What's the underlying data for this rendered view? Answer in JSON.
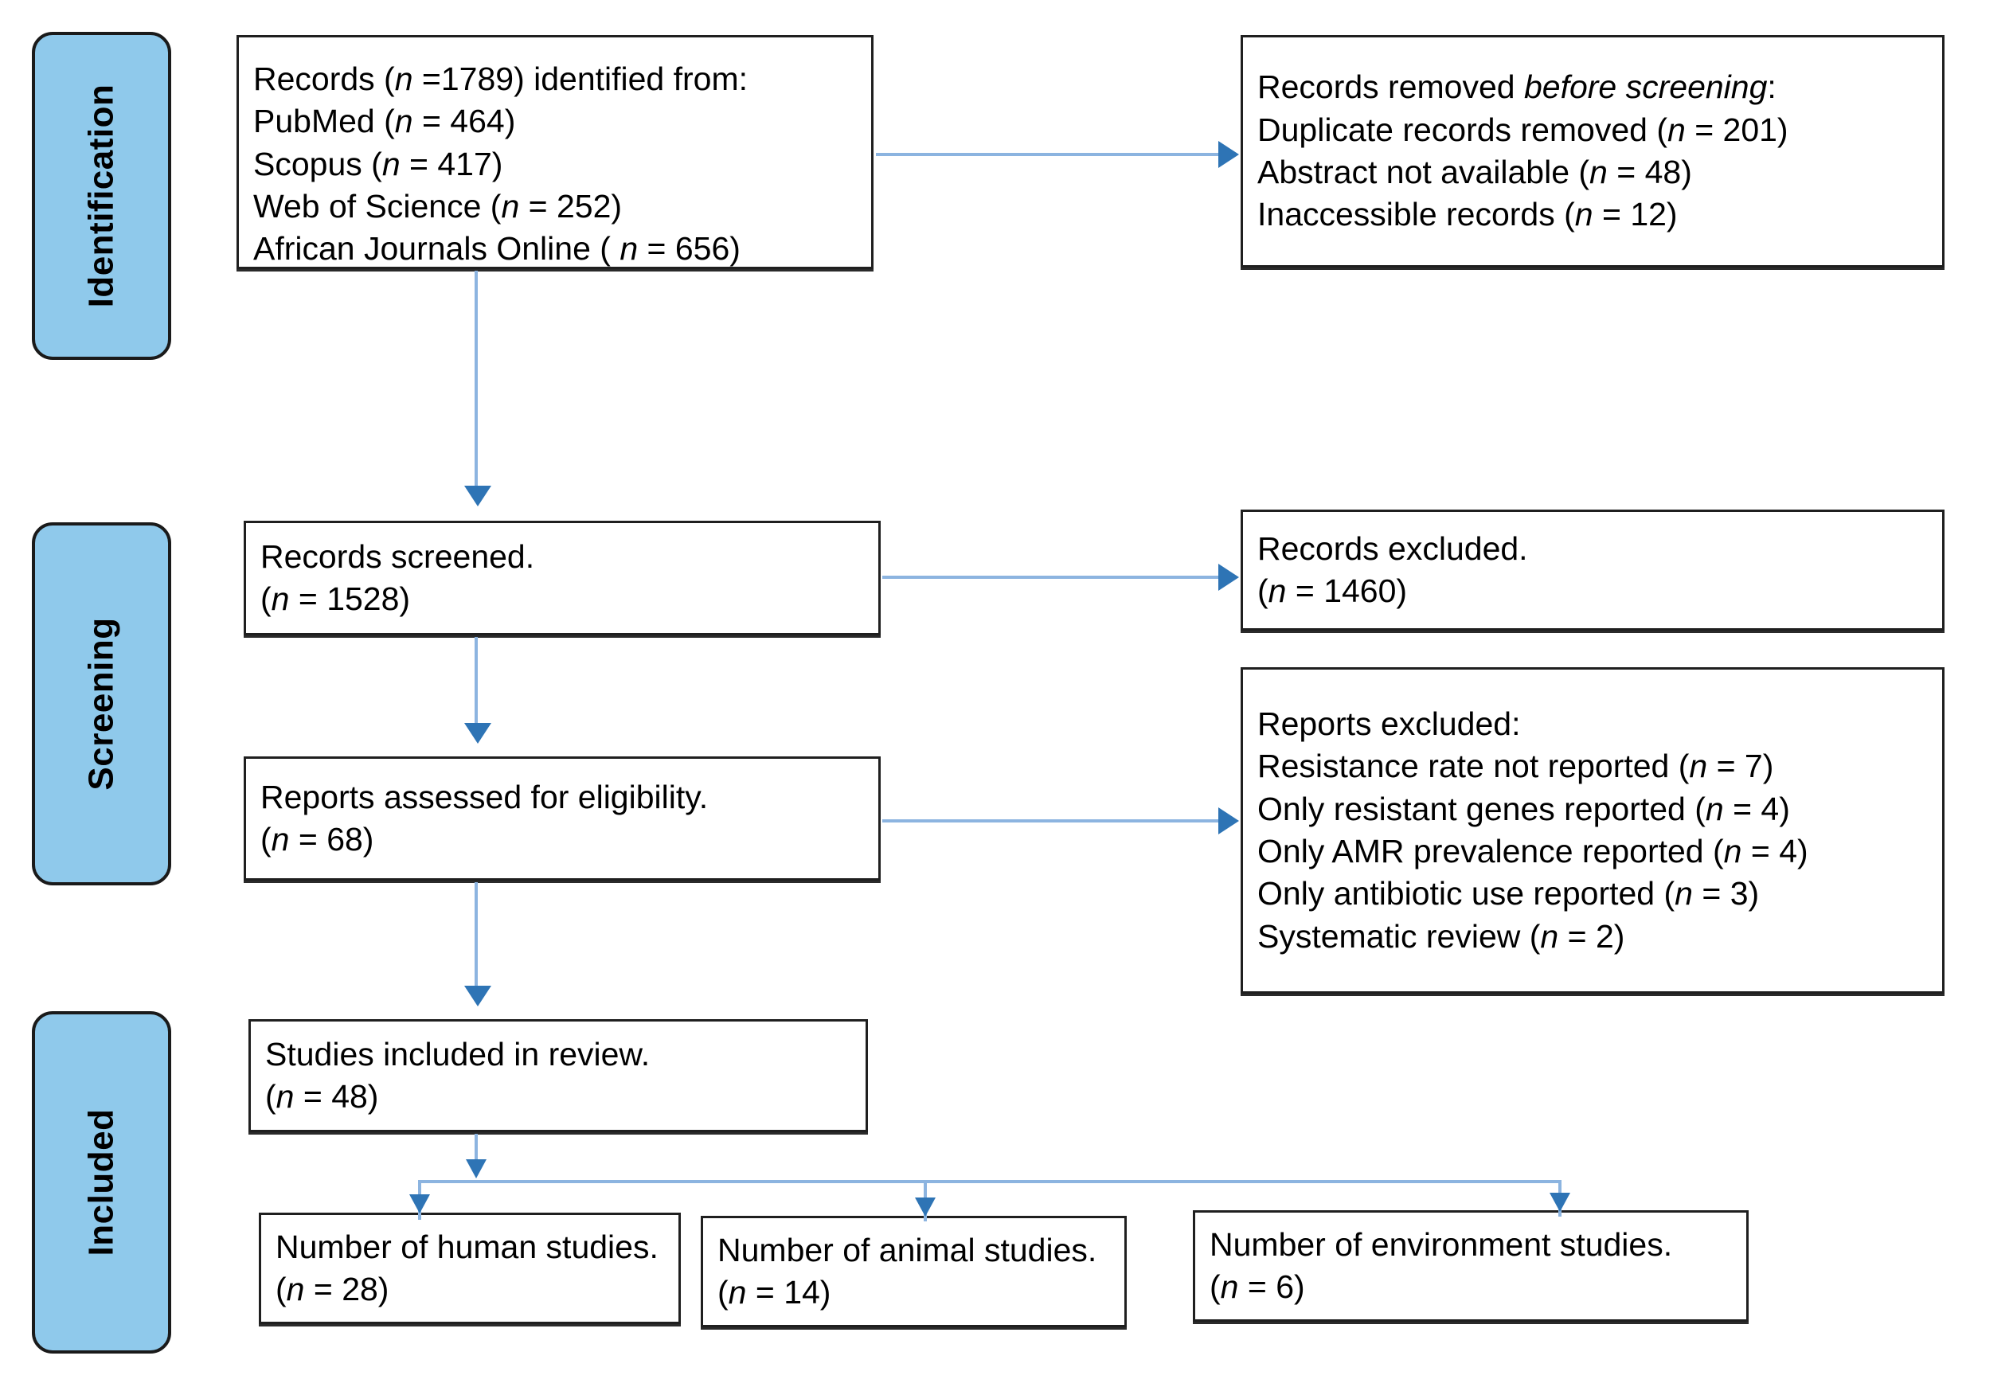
{
  "diagram": {
    "title": "PRISMA flow diagram",
    "colors": {
      "stage_fill": "#8FC9EB",
      "stage_border": "#1a1a1a",
      "box_border": "#1f1f1f",
      "connector_line": "#8CB4E0",
      "arrow_head": "#2E74B5",
      "background": "#ffffff",
      "text": "#000000"
    },
    "stages": [
      {
        "id": "identification",
        "label": "Identification"
      },
      {
        "id": "screening",
        "label": "Screening"
      },
      {
        "id": "included",
        "label": "Included"
      }
    ],
    "boxes": {
      "records_identified": {
        "id": "records-identified",
        "lines": [
          {
            "pre": "Records (",
            "em": "n",
            "post": " =1789) identified from:"
          },
          {
            "pre": "PubMed (",
            "em": "n",
            "post": " = 464)"
          },
          {
            "pre": "Scopus (",
            "em": "n",
            "post": " = 417)"
          },
          {
            "pre": "Web of Science (",
            "em": "n",
            "post": " = 252)"
          },
          {
            "pre": " African Journals Online ( ",
            "em": "n",
            "post": " = 656)"
          }
        ]
      },
      "records_removed": {
        "id": "records-removed-before-screening",
        "lines": [
          {
            "pre": "Records removed ",
            "em": "before screening",
            "post": ":",
            "em_italic": true
          },
          {
            "pre": "Duplicate records removed (",
            "em": "n",
            "post": " = 201)"
          },
          {
            "pre": "Abstract not available (",
            "em": "n",
            "post": " = 48)"
          },
          {
            "pre": "Inaccessible records (",
            "em": "n",
            "post": " = 12)"
          }
        ]
      },
      "records_screened": {
        "id": "records-screened",
        "lines": [
          {
            "pre": "Records screened.",
            "em": "",
            "post": ""
          },
          {
            "pre": "(",
            "em": "n",
            "post": " = 1528)"
          }
        ]
      },
      "records_excluded": {
        "id": "records-excluded",
        "lines": [
          {
            "pre": "Records excluded.",
            "em": "",
            "post": ""
          },
          {
            "pre": "(",
            "em": "n",
            "post": " = 1460)"
          }
        ]
      },
      "reports_assessed": {
        "id": "reports-assessed-for-eligibility",
        "lines": [
          {
            "pre": "Reports assessed for eligibility.",
            "em": "",
            "post": ""
          },
          {
            "pre": "(",
            "em": "n",
            "post": " = 68)"
          }
        ]
      },
      "reports_excluded": {
        "id": "reports-excluded",
        "lines": [
          {
            "pre": "Reports excluded:",
            "em": "",
            "post": ""
          },
          {
            "pre": "Resistance rate not reported (",
            "em": "n",
            "post": " = 7)"
          },
          {
            "pre": "Only resistant genes reported (",
            "em": "n",
            "post": " = 4)"
          },
          {
            "pre": "Only AMR prevalence reported (",
            "em": "n",
            "post": " = 4)"
          },
          {
            "pre": "Only antibiotic use reported (",
            "em": "n",
            "post": " = 3)"
          },
          {
            "pre": "Systematic review (",
            "em": "n",
            "post": " = 2)"
          }
        ]
      },
      "studies_included": {
        "id": "studies-included-in-review",
        "lines": [
          {
            "pre": "Studies included in review.",
            "em": "",
            "post": ""
          },
          {
            "pre": "(",
            "em": "n",
            "post": " = 48)"
          }
        ]
      },
      "human_studies": {
        "id": "number-of-human-studies",
        "lines": [
          {
            "pre": "Number of human studies.",
            "em": "",
            "post": ""
          },
          {
            "pre": "(",
            "em": "n",
            "post": " = 28)"
          }
        ]
      },
      "animal_studies": {
        "id": "number-of-animal-studies",
        "lines": [
          {
            "pre": "Number of animal studies.",
            "em": "",
            "post": ""
          },
          {
            "pre": "(",
            "em": "n",
            "post": " = 14)"
          }
        ]
      },
      "environment_studies": {
        "id": "number-of-environment-studies",
        "lines": [
          {
            "pre": "Number of environment studies.",
            "em": "",
            "post": ""
          },
          {
            "pre": "(",
            "em": "n",
            "post": " = 6)"
          }
        ]
      }
    },
    "counts": {
      "records_identified_total": 1789,
      "pubmed": 464,
      "scopus": 417,
      "web_of_science": 252,
      "african_journals_online": 656,
      "duplicates_removed": 201,
      "abstract_not_available": 48,
      "inaccessible_records": 12,
      "records_screened": 1528,
      "records_excluded": 1460,
      "reports_assessed": 68,
      "resistance_rate_not_reported": 7,
      "only_resistant_genes_reported": 4,
      "only_amr_prevalence_reported": 4,
      "only_antibiotic_use_reported": 3,
      "systematic_review": 2,
      "studies_included": 48,
      "human_studies": 28,
      "animal_studies": 14,
      "environment_studies": 6
    }
  }
}
